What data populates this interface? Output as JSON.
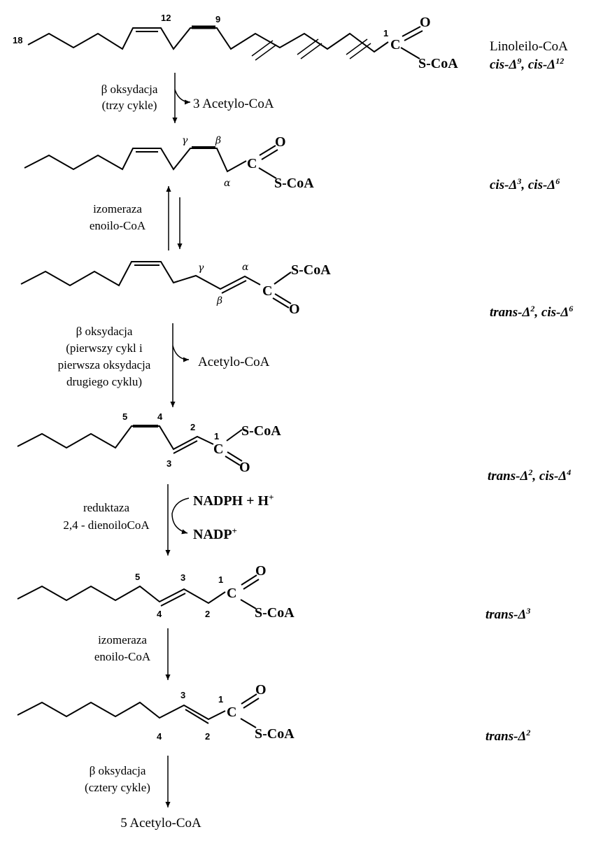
{
  "molecules": {
    "m1": {
      "pos": [
        "18",
        "12",
        "9",
        "1"
      ],
      "atoms": {
        "o": "O",
        "c": "C",
        "s": "S-CoA"
      }
    },
    "m2": {
      "greek": [
        "γ",
        "β",
        "α"
      ],
      "atoms": {
        "o": "O",
        "c": "C",
        "s": "S-CoA"
      }
    },
    "m3": {
      "greek": [
        "γ",
        "α",
        "β"
      ],
      "atoms": {
        "s": "S-CoA",
        "c": "C",
        "o": "O"
      }
    },
    "m4": {
      "pos": [
        "5",
        "4",
        "2",
        "1",
        "3"
      ],
      "atoms": {
        "s": "S-CoA",
        "c": "C",
        "o": "O"
      }
    },
    "m5": {
      "pos": [
        "5",
        "3",
        "1",
        "4",
        "2"
      ],
      "atoms": {
        "o": "O",
        "c": "C",
        "s": "S-CoA"
      }
    },
    "m6": {
      "pos": [
        "3",
        "1",
        "4",
        "2"
      ],
      "atoms": {
        "o": "O",
        "c": "C",
        "s": "S-CoA"
      }
    }
  },
  "labels": {
    "linoleoyl_name": "Linoleilo-CoA",
    "c1": {
      "a": "cis-",
      "d": "Δ",
      "s1": "9",
      "b": ", cis-",
      "d2": "Δ",
      "s2": "12"
    },
    "c2": {
      "a": "cis-",
      "d": "Δ",
      "s1": "3",
      "b": ", cis-",
      "d2": "Δ",
      "s2": "6"
    },
    "c3": {
      "a": "trans-",
      "d": "Δ",
      "s1": "2",
      "b": ", cis-",
      "d2": "Δ",
      "s2": "6"
    },
    "c4": {
      "a": "trans-",
      "d": "Δ",
      "s1": "2",
      "b": ", cis-",
      "d2": "Δ",
      "s2": "4"
    },
    "c5": {
      "a": "trans-",
      "d": "Δ",
      "s1": "3"
    },
    "c6": {
      "a": "trans-",
      "d": "Δ",
      "s1": "2"
    }
  },
  "steps": {
    "s1": {
      "l1": "β oksydacja",
      "l2": "(trzy cykle)",
      "product": "3 Acetylo-CoA"
    },
    "s2": {
      "l1": "izomeraza",
      "l2": "enoilo-CoA"
    },
    "s3": {
      "l1": "β oksydacja",
      "l2": "(pierwszy cykl i",
      "l3": "pierwsza oksydacja",
      "l4": "drugiego cyklu)",
      "product": "Acetylo-CoA"
    },
    "s4": {
      "l1": "reduktaza",
      "l2": "2,4 - dienoiloCoA",
      "in": "NADPH + H",
      "in_sup": "+",
      "out": "NADP",
      "out_sup": "+"
    },
    "s5": {
      "l1": "izomeraza",
      "l2": "enoilo-CoA"
    },
    "s6": {
      "l1": "β oksydacja",
      "l2": "(cztery cykle)",
      "final": "5 Acetylo-CoA"
    }
  }
}
